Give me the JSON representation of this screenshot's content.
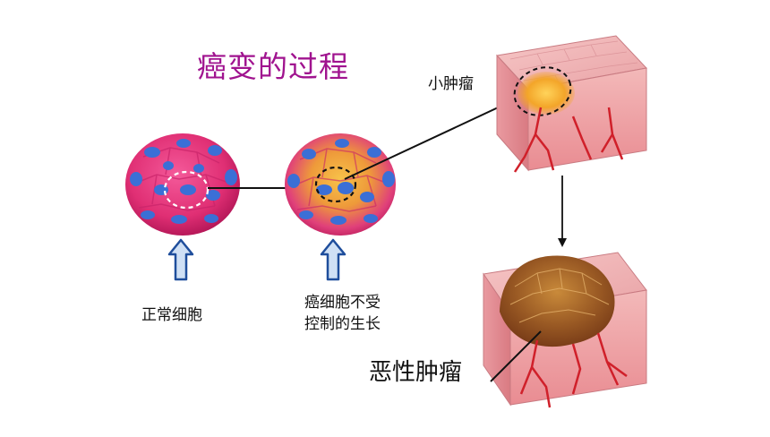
{
  "title": "癌变的过程",
  "labels": {
    "normal_cell": "正常细胞",
    "uncontrolled_line1": "癌细胞不受",
    "uncontrolled_line2": "控制的生长",
    "small_tumor": "小肿瘤",
    "malignant_tumor": "恶性肿瘤"
  },
  "colors": {
    "title": "#a0138f",
    "cell_pink": "#e8307a",
    "nucleus_blue": "#3b6fd6",
    "tumor_orange": "#f0a020",
    "arrow_blue": "#1f4e9c",
    "arrow_fill": "#cfe0f5",
    "vessel_red": "#d0202a"
  }
}
